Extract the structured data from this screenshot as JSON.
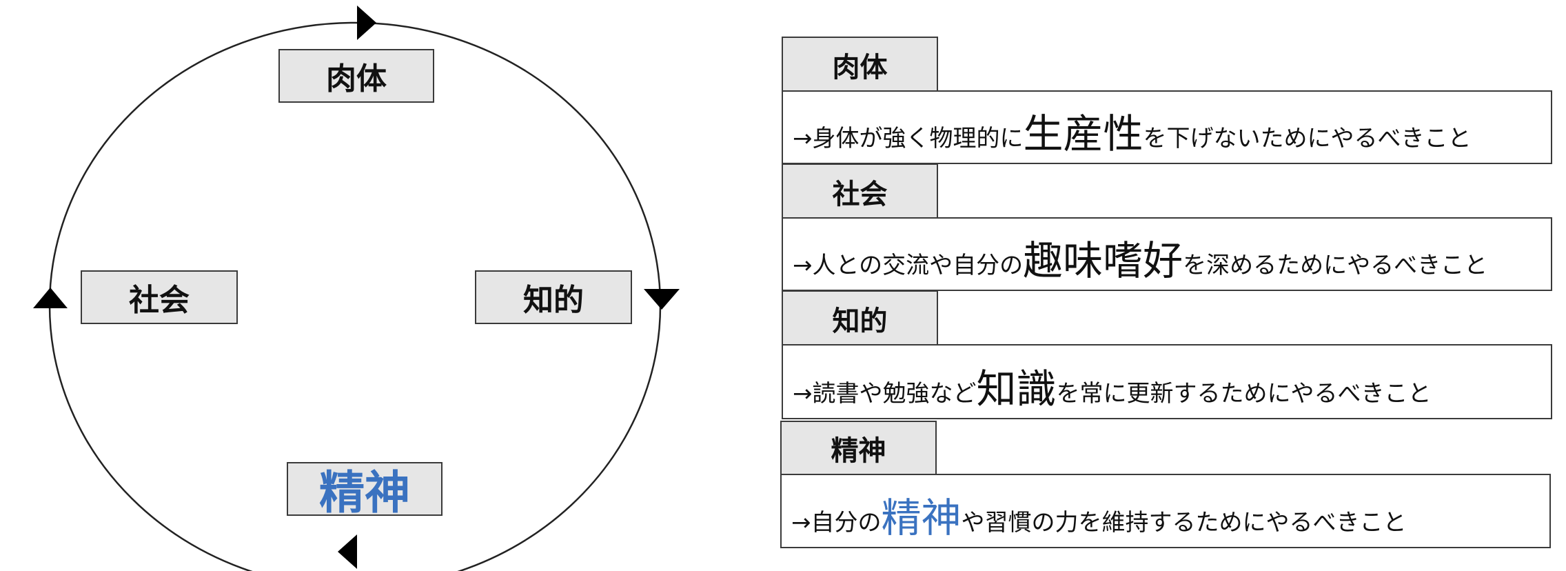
{
  "cycle": {
    "top": "肉体",
    "left": "社会",
    "right": "知的",
    "bottom": "精神"
  },
  "items": [
    {
      "tab": "肉体",
      "prefix": "→身体が強く物理的に",
      "keyword": "生産性",
      "suffix": "を下げないためにやるべきこと"
    },
    {
      "tab": "社会",
      "prefix": "→人との交流や自分の",
      "keyword": "趣味嗜好",
      "suffix": "を深めるためにやるべきこと"
    },
    {
      "tab": "知的",
      "prefix": "→読書や勉強など",
      "keyword": "知識",
      "suffix": "を常に更新するためにやるべきこと"
    },
    {
      "tab": "精神",
      "prefix": "→自分の",
      "keyword": "精神",
      "suffix": "や習慣の力を維持するためにやるべきこと"
    }
  ],
  "colors": {
    "accent": "#3a72c0",
    "box_fill": "#e6e6e6",
    "border": "#3a3a3a"
  }
}
